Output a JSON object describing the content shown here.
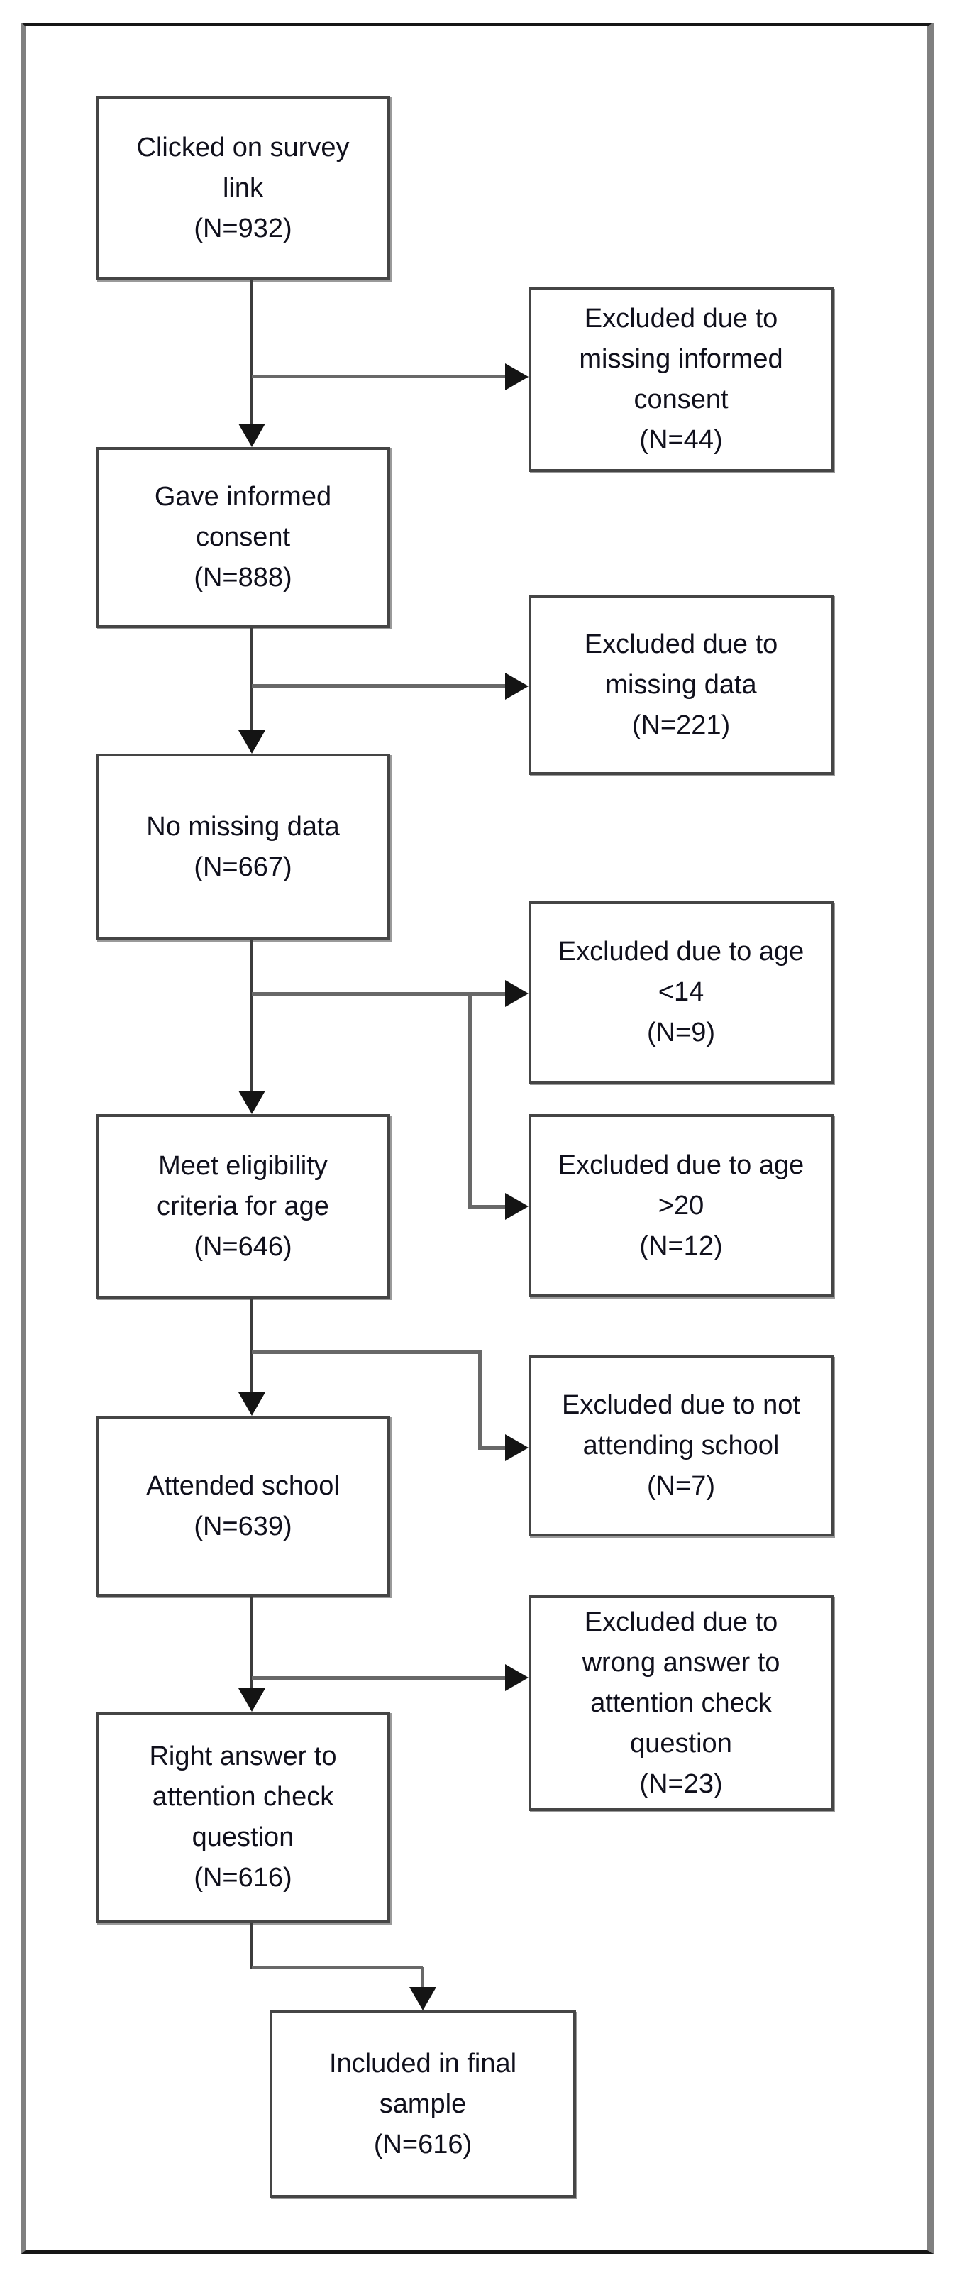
{
  "diagram": {
    "kind": "participant-flow-diagram",
    "boxes": {
      "clicked": {
        "label": "Clicked on survey\nlink",
        "n": "(N=932)"
      },
      "consent": {
        "label": "Gave informed\nconsent",
        "n": "(N=888)"
      },
      "no_missing": {
        "label": "No missing data",
        "n": "(N=667)"
      },
      "eligibility": {
        "label": "Meet eligibility\ncriteria for age",
        "n": "(N=646)"
      },
      "school": {
        "label": "Attended school",
        "n": "(N=639)"
      },
      "attention": {
        "label": "Right answer to\nattention check\nquestion",
        "n": "(N=616)"
      },
      "final": {
        "label": "Included in final\nsample",
        "n": "(N=616)"
      },
      "excl_consent": {
        "label": "Excluded due to\nmissing informed\nconsent",
        "n": "(N=44)"
      },
      "excl_missing": {
        "label": "Excluded due to\nmissing data",
        "n": "(N=221)"
      },
      "excl_age_young": {
        "label": "Excluded due to age\n<14",
        "n": "(N=9)"
      },
      "excl_age_old": {
        "label": "Excluded due to age\n>20",
        "n": "(N=12)"
      },
      "excl_school": {
        "label": "Excluded due to not\nattending school",
        "n": "(N=7)"
      },
      "excl_attention": {
        "label": "Excluded due to\nwrong answer to\nattention check\nquestion",
        "n": "(N=23)"
      }
    },
    "flow": [
      {
        "from": "clicked",
        "to": "consent",
        "excluded": [
          "excl_consent"
        ]
      },
      {
        "from": "consent",
        "to": "no_missing",
        "excluded": [
          "excl_missing"
        ]
      },
      {
        "from": "no_missing",
        "to": "eligibility",
        "excluded": [
          "excl_age_young",
          "excl_age_old"
        ]
      },
      {
        "from": "eligibility",
        "to": "school",
        "excluded": [
          "excl_school"
        ]
      },
      {
        "from": "school",
        "to": "attention",
        "excluded": [
          "excl_attention"
        ]
      },
      {
        "from": "attention",
        "to": "final",
        "excluded": []
      }
    ],
    "colors": {
      "background": "#ffffff",
      "box_border": "#454545",
      "connector_line": "#686868",
      "arrowhead": "#141414",
      "text": "#10101c",
      "frame_dark": "#161616",
      "frame_gray": "#808080"
    }
  }
}
